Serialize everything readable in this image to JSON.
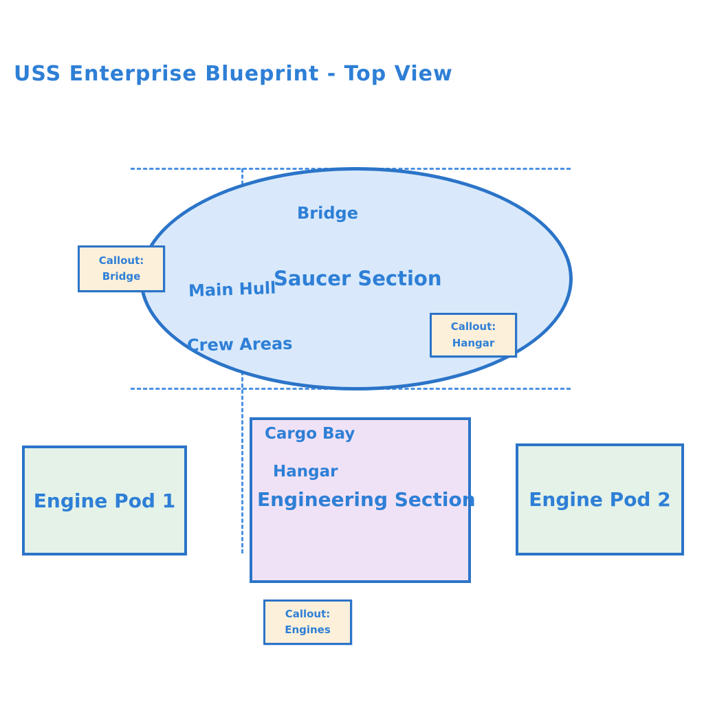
{
  "title": "USS Enterprise Blueprint - Top View",
  "colors": {
    "stroke_blue": "#2b74c8",
    "text_blue": "#2e7fd6",
    "dash_blue": "#4a90e2",
    "saucer_fill": "#d9e9fb",
    "callout_fill": "#fdf0da",
    "engineering_fill": "#f0e2f6",
    "engine_pod_fill": "#e4f2e8"
  },
  "saucer": {
    "label": "Saucer Section",
    "sublabels": {
      "bridge": "Bridge",
      "main_hull": "Main Hull",
      "crew_areas": "Crew Areas"
    }
  },
  "engineering": {
    "label": "Engineering Section",
    "sublabels": {
      "cargo_bay": "Cargo Bay",
      "hangar": "Hangar"
    }
  },
  "engine_pods": {
    "pod1": "Engine Pod 1",
    "pod2": "Engine Pod 2"
  },
  "callouts": {
    "bridge": {
      "line1": "Callout:",
      "line2": "Bridge"
    },
    "hangar": {
      "line1": "Callout:",
      "line2": "Hangar"
    },
    "engines": {
      "line1": "Callout:",
      "line2": "Engines"
    }
  }
}
